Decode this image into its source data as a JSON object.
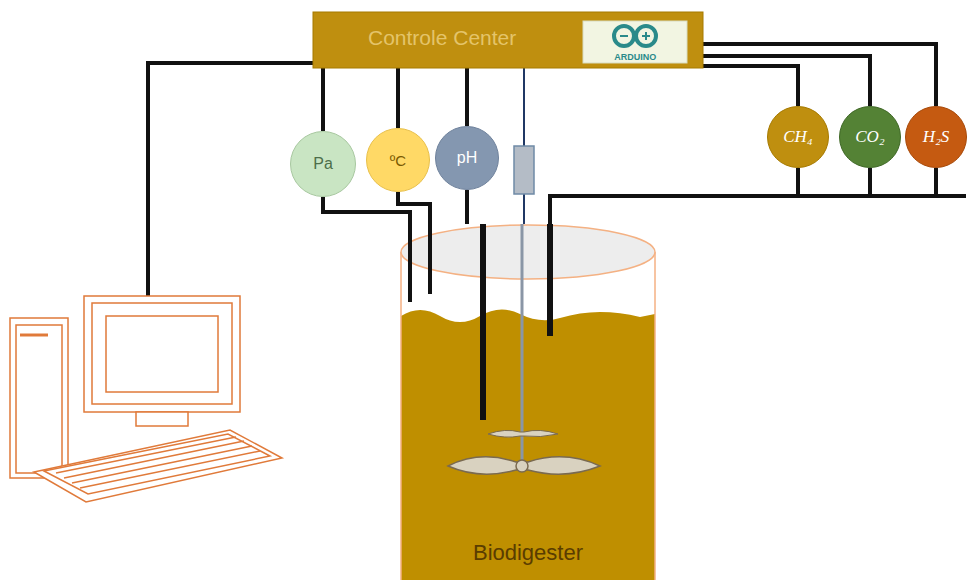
{
  "diagram": {
    "nodes": [
      {
        "text": [
          "Controle Center"
        ]
      },
      {
        "text": [
          "ARDUINO"
        ],
        "in": 0
      },
      {
        "text": [
          "Pa"
        ]
      },
      {
        "text": [
          "ºC"
        ]
      },
      {
        "text": [
          "pH"
        ]
      },
      {
        "text": [
          "CH₄"
        ]
      },
      {
        "text": [
          "CO₂"
        ]
      },
      {
        "text": [
          "H₂S"
        ]
      },
      {
        "text": [
          "Biodigester"
        ]
      }
    ],
    "edges": [
      {
        "from": 0,
        "to": 2,
        "arrow": "none"
      },
      {
        "from": 0,
        "to": 3,
        "arrow": "none"
      },
      {
        "from": 0,
        "to": 4,
        "arrow": "none"
      },
      {
        "from": 0,
        "to": 5,
        "arrow": "none"
      },
      {
        "from": 0,
        "to": 6,
        "arrow": "none"
      },
      {
        "from": 0,
        "to": 7,
        "arrow": "none"
      },
      {
        "from": 2,
        "to": 8,
        "arrow": "none"
      },
      {
        "from": 3,
        "to": 8,
        "arrow": "none"
      },
      {
        "from": 4,
        "to": 8,
        "arrow": "none"
      },
      {
        "from": 5,
        "to": 8,
        "arrow": "none"
      },
      {
        "from": 6,
        "to": 8,
        "arrow": "none"
      },
      {
        "from": 7,
        "to": 8,
        "arrow": "none"
      },
      {
        "from": 0,
        "to": 8,
        "arrow": "none"
      }
    ]
  }
}
